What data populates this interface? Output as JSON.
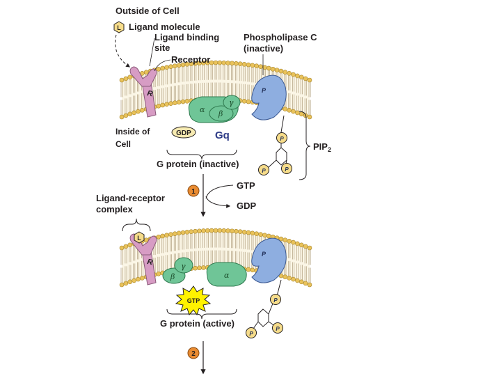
{
  "top": {
    "outside_cell": "Outside of Cell",
    "ligand_molecule": "Ligand molecule",
    "ligand_binding_site_1": "Ligand binding",
    "ligand_binding_site_2": "site",
    "receptor": "Receptor",
    "plc_1": "Phospholipase C",
    "plc_2": "(inactive)",
    "inside_cell_1": "Inside of",
    "inside_cell_2": "Cell",
    "gq": "Gq",
    "gdp_badge": "GDP",
    "g_protein_inactive": "G protein (inactive)",
    "pip2": "PIP",
    "pip2_sub": "2"
  },
  "step1": {
    "number": "1",
    "gtp": "GTP",
    "gdp": "GDP",
    "ligand_receptor_1": "Ligand-receptor",
    "ligand_receptor_2": "complex"
  },
  "bottom": {
    "gtp_badge": "GTP",
    "g_protein_active": "G protein (active)"
  },
  "step2": {
    "number": "2"
  },
  "glyphs": {
    "ligand": "L",
    "receptor": "R",
    "plc": "P",
    "phosphate": "P",
    "alpha": "α",
    "beta": "β",
    "gamma": "γ"
  },
  "colors": {
    "membrane_head": "#e9c25a",
    "receptor": "#d79cc4",
    "g_protein": "#6fc597",
    "plc": "#8eaee0",
    "gdp": "#f6eab1",
    "gtp": "#fff200",
    "step_badge": "#e98b31",
    "gq": "#2c3a86"
  }
}
